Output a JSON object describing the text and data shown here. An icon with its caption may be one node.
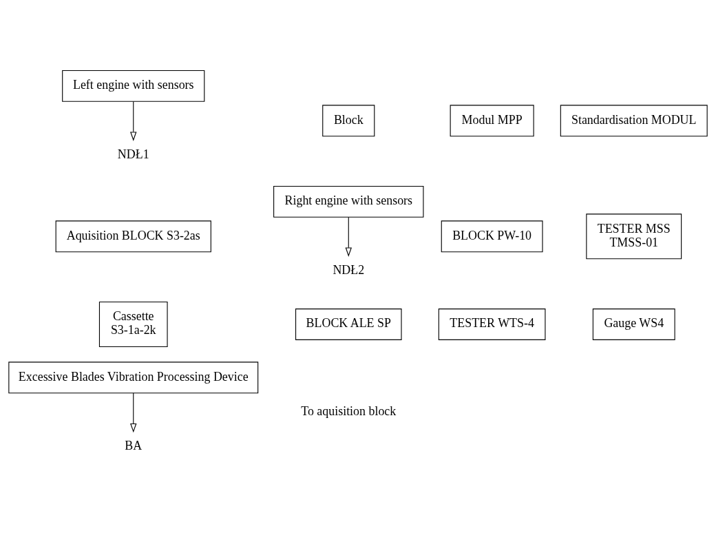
{
  "diagram": {
    "nodes": [
      {
        "text": [
          "Left engine with sensors"
        ]
      },
      {
        "text": [
          "NDŁ1"
        ]
      },
      {
        "text": [
          "Block"
        ]
      },
      {
        "text": [
          "Modul MPP"
        ]
      },
      {
        "text": [
          "Standardisation MODUL"
        ]
      },
      {
        "text": [
          "Aquisition BLOCK S3-2as"
        ]
      },
      {
        "text": [
          "NDŁ2"
        ]
      },
      {
        "text": [
          "BLOCK PW-10"
        ]
      },
      {
        "text": [
          "TESTER MSS",
          "TMSS-01"
        ]
      },
      {
        "text": [
          "Cassette",
          "S3-1a-2k"
        ]
      },
      {
        "text": [
          "Right engine with sensors"
        ]
      },
      {
        "text": [
          "BLOCK ALE SP"
        ]
      },
      {
        "text": [
          "TESTER WTS-4"
        ]
      },
      {
        "text": [
          "Gauge WS4"
        ]
      },
      {
        "text": [
          "Excessive Blades Vibration Processing Device"
        ]
      },
      {
        "text": [
          "BA"
        ]
      }
    ],
    "edges": [
      {
        "from": 0,
        "to": 1,
        "arrow": "to"
      },
      {
        "from": 10,
        "to": 6,
        "arrow": "to"
      },
      {
        "from": 14,
        "to": 15,
        "arrow": "to"
      }
    ],
    "labels": [
      "To aquisition block"
    ]
  }
}
